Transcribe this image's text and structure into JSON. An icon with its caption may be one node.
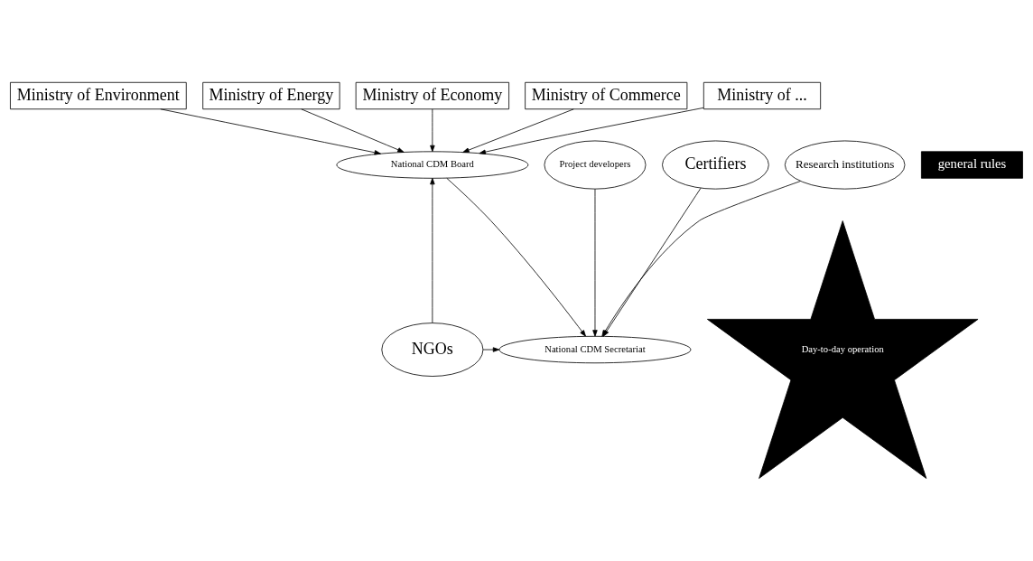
{
  "diagram": {
    "nodes": [
      {
        "text": [
          "Ministry of Environment"
        ]
      },
      {
        "text": [
          "Ministry of Energy"
        ]
      },
      {
        "text": [
          "Ministry of Economy"
        ]
      },
      {
        "text": [
          "Ministry of Commerce"
        ]
      },
      {
        "text": [
          "Ministry of ..."
        ]
      },
      {
        "text": [
          "National CDM Board"
        ]
      },
      {
        "text": [
          "general rules"
        ]
      },
      {
        "text": [
          "National CDM Secretariat"
        ]
      },
      {
        "text": [
          "Day-to-day operation"
        ]
      },
      {
        "text": [
          "NGOs"
        ]
      },
      {
        "text": [
          "Project developers"
        ]
      },
      {
        "text": [
          "Certifiers"
        ]
      },
      {
        "text": [
          "Research institutions"
        ]
      }
    ],
    "edges": [
      {
        "from": 0,
        "to": 5,
        "arrow": "to"
      },
      {
        "from": 1,
        "to": 5,
        "arrow": "to"
      },
      {
        "from": 2,
        "to": 5,
        "arrow": "to"
      },
      {
        "from": 3,
        "to": 5,
        "arrow": "to"
      },
      {
        "from": 4,
        "to": 5,
        "arrow": "to"
      },
      {
        "from": 5,
        "to": 7,
        "arrow": "to"
      },
      {
        "from": 9,
        "to": 5,
        "arrow": "to"
      },
      {
        "from": 9,
        "to": 7,
        "arrow": "to"
      },
      {
        "from": 10,
        "to": 7,
        "arrow": "to"
      },
      {
        "from": 11,
        "to": 7,
        "arrow": "to"
      },
      {
        "from": 12,
        "to": 7,
        "arrow": "to"
      }
    ]
  }
}
